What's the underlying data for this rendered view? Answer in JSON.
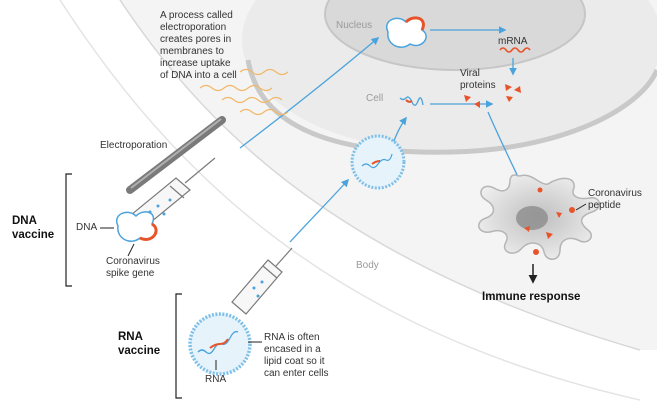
{
  "labels": {
    "process_note": "A process called\nelectroporation\ncreates pores in\nmembranes to\nincrease uptake\nof DNA into a cell",
    "nucleus": "Nucleus",
    "cell": "Cell",
    "mrna": "mRNA",
    "viral_proteins": "Viral\nproteins",
    "electroporation": "Electroporation",
    "dna_vaccine": "DNA\nvaccine",
    "dna": "DNA",
    "spike_gene": "Coronavirus\nspike gene",
    "body": "Body",
    "coronavirus_peptide": "Coronavirus\npeptide",
    "immune_response": "Immune response",
    "rna_vaccine": "RNA\nvaccine",
    "rna": "RNA",
    "rna_note": "RNA is often\nencased in a\nlipid coat so it\ncan enter cells"
  },
  "colors": {
    "orange": "#e8542a",
    "blue": "#4aa3dc",
    "cell_fill": "#ececec",
    "nucleus_fill": "#dcdcdc",
    "dark": "#222222"
  }
}
